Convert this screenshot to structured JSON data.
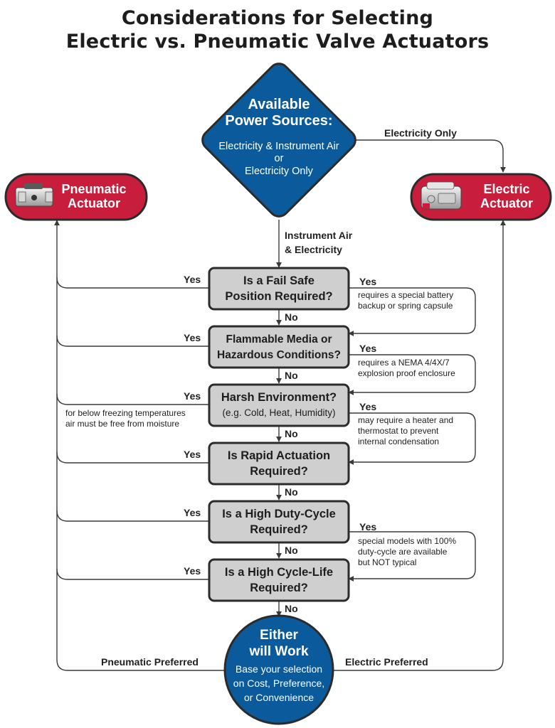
{
  "title": {
    "line1": "Considerations for Selecting",
    "line2": "Electric vs. Pneumatic Valve Actuators"
  },
  "power": {
    "heading1": "Available",
    "heading2": "Power Sources:",
    "opt1": "Electricity & Instrument Air",
    "or": "or",
    "opt2": "Electricity Only"
  },
  "pneumatic": {
    "line1": "Pneumatic",
    "line2": "Actuator"
  },
  "electric": {
    "line1": "Electric",
    "line2": "Actuator"
  },
  "labels": {
    "electricity_only": "Electricity Only",
    "instrument_air_1": "Instrument Air",
    "instrument_air_2": "& Electricity",
    "yes": "Yes",
    "no": "No",
    "pneumatic_preferred": "Pneumatic Preferred",
    "electric_preferred": "Electric Preferred"
  },
  "questions": [
    {
      "line1": "Is a Fail Safe",
      "line2": "Position Required?",
      "note": [
        "requires a special battery",
        "backup or spring capsule"
      ]
    },
    {
      "line1": "Flammable Media or",
      "line2": "Hazardous Conditions?",
      "note": [
        "requires a NEMA 4/4X/7",
        "explosion proof enclosure"
      ]
    },
    {
      "line1": "Harsh Environment?",
      "line2": "(e.g. Cold, Heat, Humidity)",
      "note": [
        "may require a heater and",
        "thermostat to prevent",
        "internal condensation"
      ]
    },
    {
      "line1": "Is Rapid Actuation",
      "line2": "Required?",
      "note": []
    },
    {
      "line1": "Is a High Duty-Cycle",
      "line2": "Required?",
      "note": [
        "special models with 100%",
        "duty-cycle are available",
        "but NOT typical"
      ]
    },
    {
      "line1": "Is a High Cycle-Life",
      "line2": "Required?",
      "note": []
    }
  ],
  "left_note": [
    "for below freezing temperatures",
    "air must be free from moisture"
  ],
  "either": {
    "line1": "Either",
    "line2": "will Work",
    "sub1": "Base your selection",
    "sub2": "on Cost, Preference,",
    "sub3": "or Convenience"
  },
  "colors": {
    "blue": "#0a5a9c",
    "red": "#c81e3c",
    "gray_box": "#cfcfcf",
    "line": "#3a3a3a"
  }
}
